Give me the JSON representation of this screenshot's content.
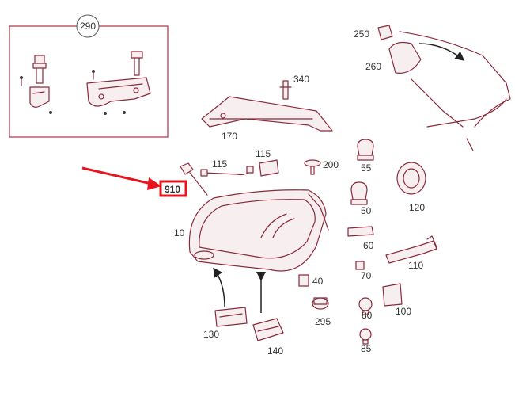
{
  "diagram": {
    "highlight_color": "#e8141c",
    "line_color": "#8a2a3a",
    "labels": {
      "inset": "290",
      "p250": "250",
      "p260": "260",
      "p340": "340",
      "p170": "170",
      "p115a": "115",
      "p115b": "115",
      "p200": "200",
      "p55": "55",
      "p910": "910",
      "p120": "120",
      "p50": "50",
      "p10": "10",
      "p60": "60",
      "p110": "110",
      "p40": "40",
      "p70": "70",
      "p100": "100",
      "p295": "295",
      "p80": "80",
      "p130": "130",
      "p140": "140",
      "p85": "85"
    }
  }
}
